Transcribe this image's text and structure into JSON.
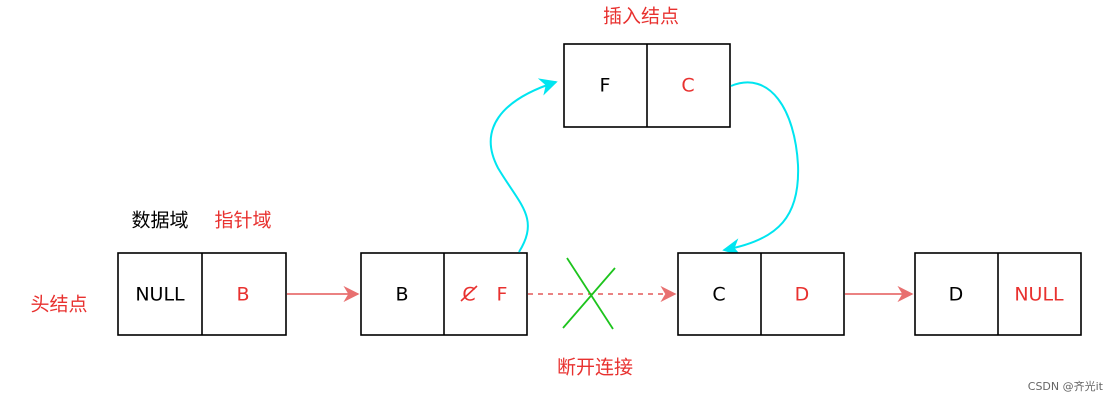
{
  "colors": {
    "black": "#000000",
    "red": "#e8312f",
    "link_arrow": "#e87070",
    "cyan": "#00e5f0",
    "green": "#1dc41d",
    "watermark": "#666666"
  },
  "labels": {
    "insert_node": "插入结点",
    "data_field": "数据域",
    "pointer_field": "指针域",
    "head_node": "头结点",
    "break_link": "断开连接"
  },
  "nodes": {
    "head": {
      "data": "NULL",
      "pointer": "B"
    },
    "b": {
      "data": "B",
      "old_pointer": "C",
      "pointer": "F"
    },
    "f": {
      "data": "F",
      "pointer": "C"
    },
    "c": {
      "data": "C",
      "pointer": "D"
    },
    "d": {
      "data": "D",
      "pointer": "NULL"
    }
  },
  "watermark": "CSDN @齐光it"
}
